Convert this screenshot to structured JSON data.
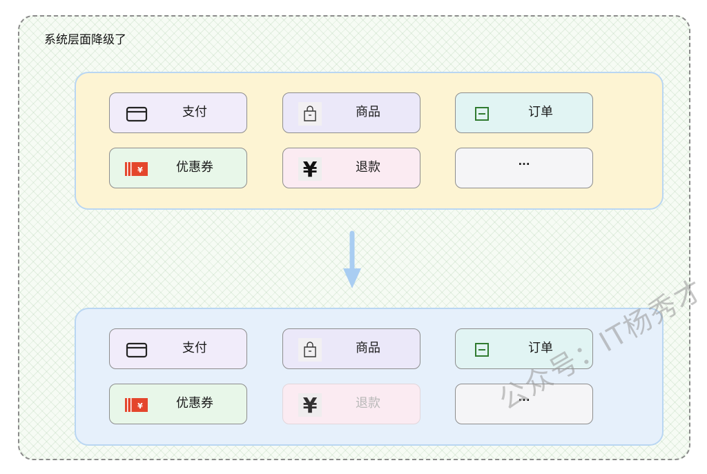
{
  "title": "系统层面降级了",
  "icons": {
    "pay": "card-icon",
    "goods": "shopping-bag-icon",
    "order": "minus-box-icon",
    "coupon": "coupon-ticket-icon",
    "refund": "yen-icon"
  },
  "before": {
    "pay": "支付",
    "goods": "商品",
    "order": "订单",
    "coupon": "优惠券",
    "refund": "退款",
    "more": "···"
  },
  "after": {
    "pay": "支付",
    "goods": "商品",
    "order": "订单",
    "coupon": "优惠券",
    "refund": "退款",
    "more": "···"
  },
  "degraded_service": "退款",
  "watermark": "公众号：IT杨秀才",
  "colors": {
    "top_panel": "#fdf4d3",
    "bottom_panel": "#e6f0fb",
    "arrow": "#a9cdf2",
    "coupon_red": "#e4462c"
  }
}
